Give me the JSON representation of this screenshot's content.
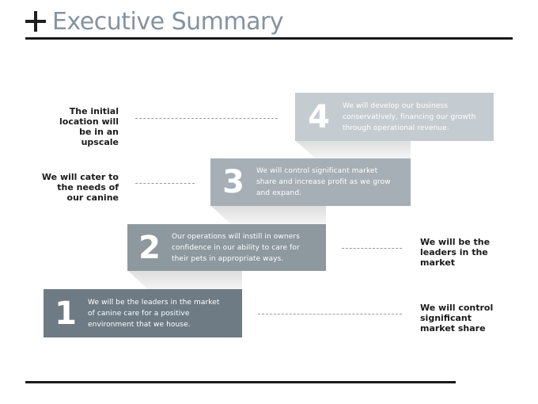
{
  "header": {
    "title": "Executive Summary"
  },
  "steps": [
    {
      "number": "1",
      "text": "We will be the leaders in the market of canine care for a positive environment that we house."
    },
    {
      "number": "2",
      "text": "Our operations will instill in owners confidence in our ability to care for their pets in appropriate ways."
    },
    {
      "number": "3",
      "text": "We will control significant market share and increase profit as we grow and expand."
    },
    {
      "number": "4",
      "text": "We will develop our business conservatively, financing our growth through operational revenue."
    }
  ],
  "side_labels": {
    "left_top": "The initial location will be in an upscale",
    "left_middle": "We will cater to the needs of our canine",
    "right_middle": "We will be the leaders in the market",
    "right_bottom": "We will control significant market share"
  },
  "colors": {
    "step1": "#6e7b84",
    "step2": "#8d989f",
    "step3": "#a6afb6",
    "step4": "#c5ccd1",
    "title": "#8592a0"
  }
}
